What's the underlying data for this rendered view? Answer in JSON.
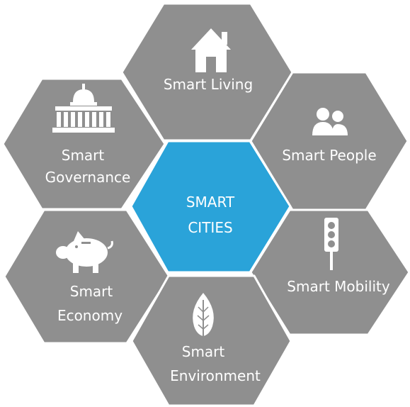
{
  "colors": {
    "center_fill": "#2aa3d9",
    "outer_fill": "#8f8f8f",
    "icon_fill": "#ffffff",
    "text_fill": "#ffffff"
  },
  "center": {
    "line1": "SMART",
    "line2": "CITIES"
  },
  "segments": {
    "living": {
      "line1": "Smart Living",
      "icon": "house-icon"
    },
    "people": {
      "line1": "Smart People",
      "icon": "people-icon"
    },
    "mobility": {
      "line1": "Smart Mobility",
      "icon": "traffic-light-icon"
    },
    "environment": {
      "line1": "Smart",
      "line2": "Environment",
      "icon": "leaf-icon"
    },
    "economy": {
      "line1": "Smart",
      "line2": "Economy",
      "icon": "piggy-bank-icon"
    },
    "governance": {
      "line1": "Smart",
      "line2": "Governance",
      "icon": "capitol-building-icon"
    }
  }
}
